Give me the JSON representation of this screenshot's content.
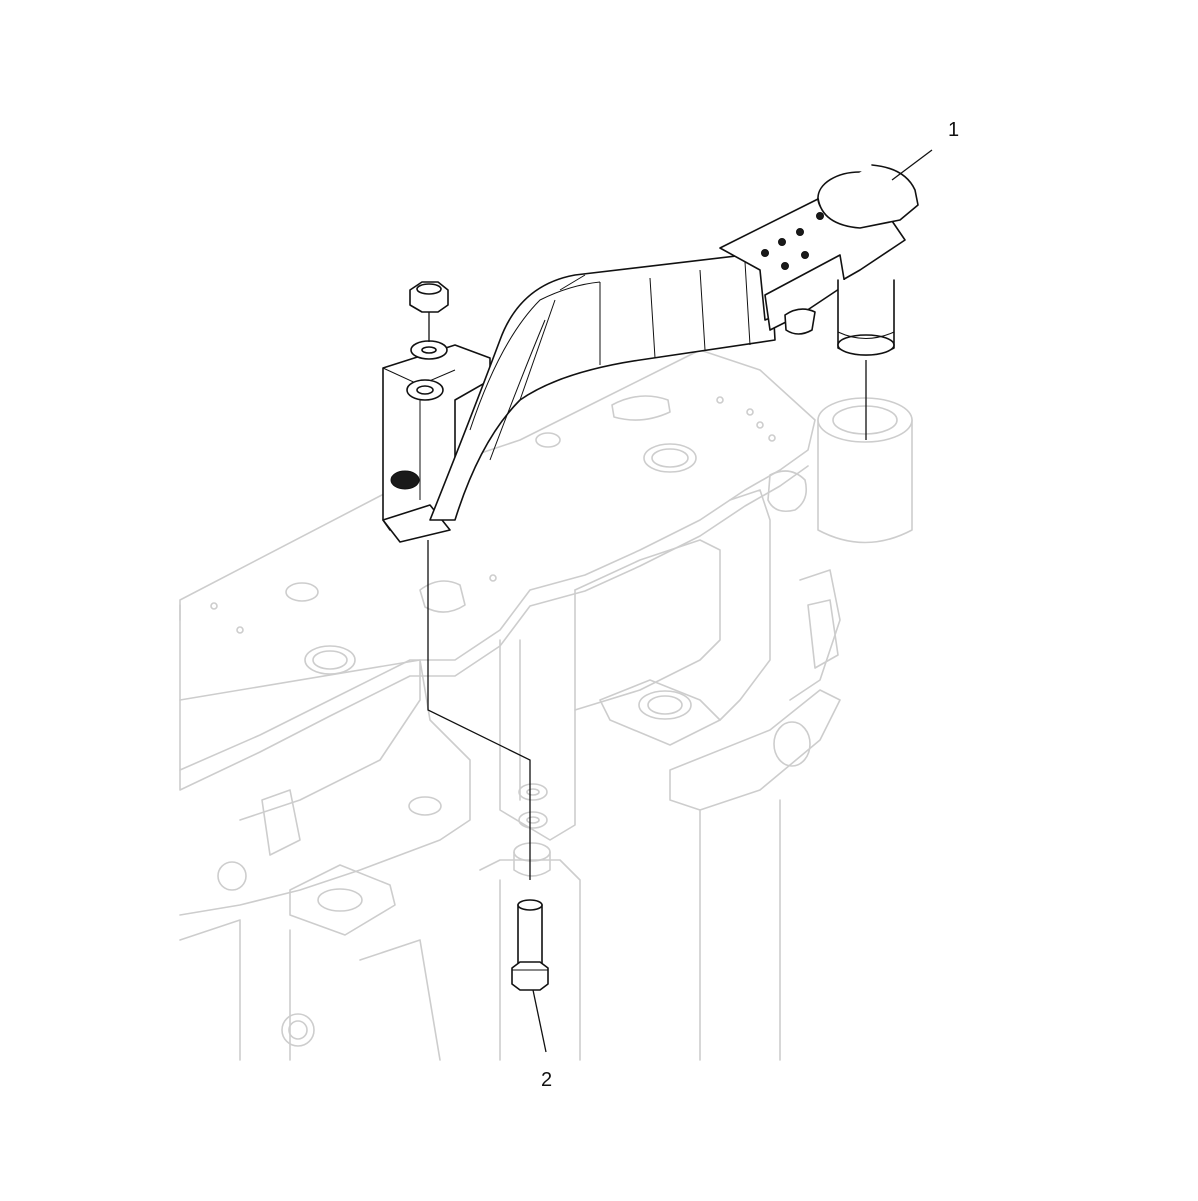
{
  "diagram": {
    "callouts": [
      {
        "id": "1",
        "label": "1",
        "part": "bracket-arm"
      },
      {
        "id": "2",
        "label": "2",
        "part": "bolt"
      }
    ],
    "colors": {
      "part_stroke": "#111111",
      "ghost_stroke": "#cdcdcd",
      "background": "#ffffff"
    }
  }
}
